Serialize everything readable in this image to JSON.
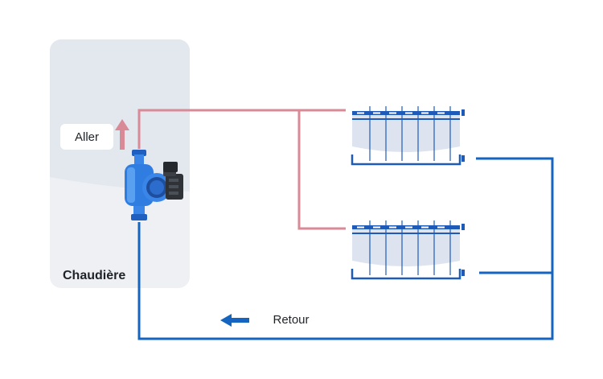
{
  "boiler": {
    "label": "Chaudière"
  },
  "flow": {
    "supply_label": "Aller",
    "return_label": "Retour"
  },
  "colors": {
    "boiler_bg": "#eceef3",
    "boiler_inner": "#e2e6ee",
    "supply_pipe": "#d98a97",
    "return_pipe": "#1565c0",
    "pump_body": "#2f7de1",
    "pump_motor": "#2f3338",
    "radiator_blue": "#1e5bb8",
    "radiator_fill": "#dde4ef"
  },
  "icons": {
    "pump": "circulator-pump-icon",
    "radiator": "radiator-icon"
  }
}
